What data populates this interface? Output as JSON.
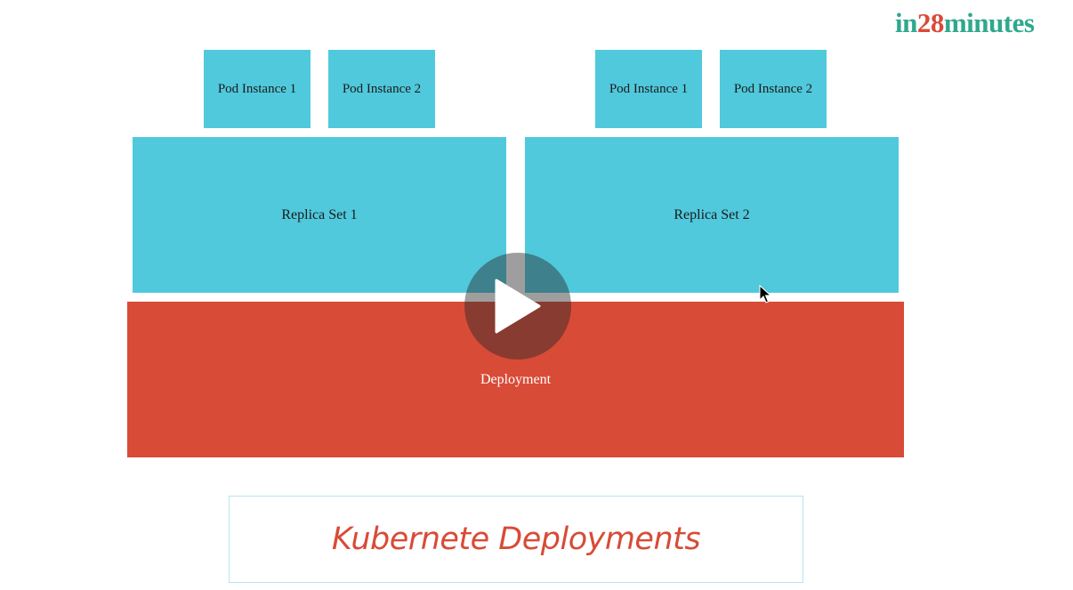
{
  "logo": {
    "part1": "in",
    "part2": "28",
    "part3": "minutes"
  },
  "diagram": {
    "pods": [
      {
        "label": "Pod Instance 1"
      },
      {
        "label": "Pod Instance 2"
      },
      {
        "label": "Pod Instance 1"
      },
      {
        "label": "Pod Instance 2"
      }
    ],
    "replica_sets": [
      {
        "label": "Replica Set 1"
      },
      {
        "label": "Replica Set 2"
      }
    ],
    "deployment": {
      "label": "Deployment"
    }
  },
  "video": {
    "play_icon": "play-icon"
  },
  "caption": {
    "title": "Kubernete Deployments"
  },
  "colors": {
    "pod": "#50c9dc",
    "replica_set": "#50c9dc",
    "deployment": "#d84b37",
    "title": "#d84b37",
    "logo_green": "#2fa88f",
    "logo_red": "#d94a38"
  }
}
